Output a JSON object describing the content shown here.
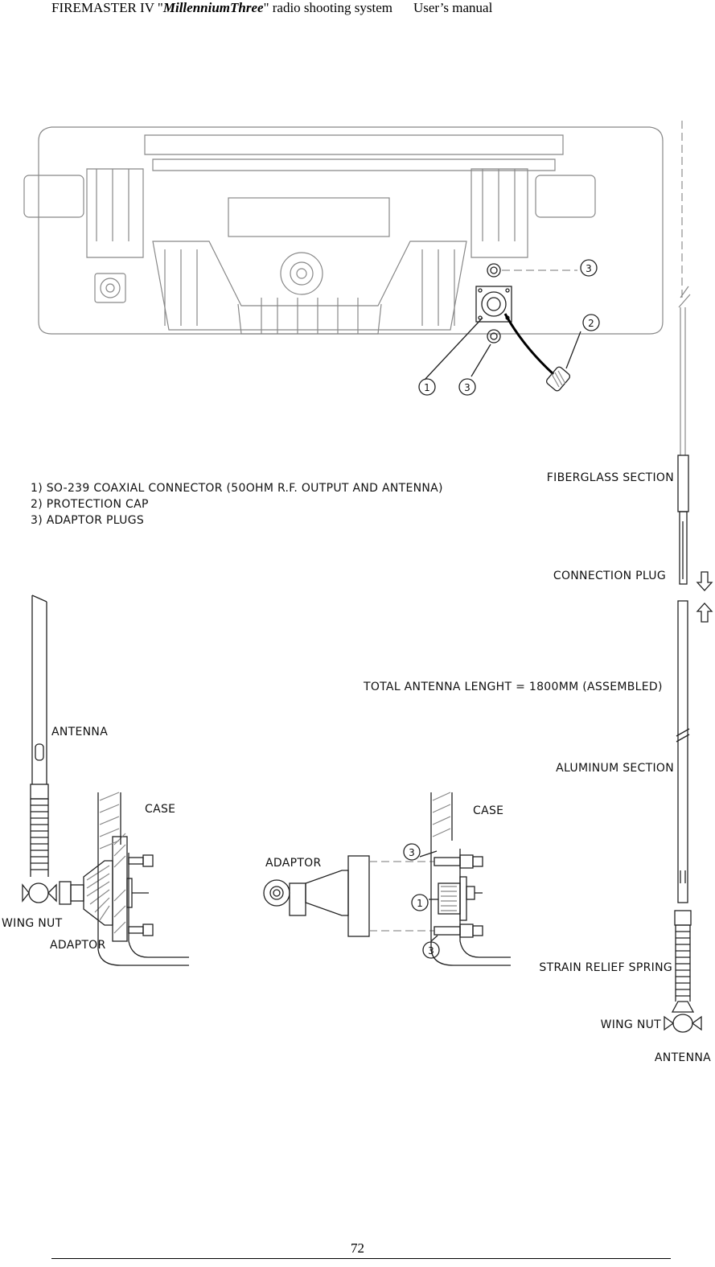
{
  "header": {
    "prefix": "FIREMASTER IV \"",
    "product": "MillenniumThree",
    "suffix": "\"  radio shooting system",
    "manual": "User’s manual"
  },
  "callouts": {
    "c1": "1",
    "c2": "2",
    "c3": "3"
  },
  "legend": {
    "items": [
      "1) SO-239 COAXIAL CONNECTOR (50OHM R.F. OUTPUT AND ANTENNA)",
      "2) PROTECTION CAP",
      "3) ADAPTOR PLUGS"
    ]
  },
  "antenna_labels": {
    "fiberglass_section": "FIBERGLASS SECTION",
    "connection_plug": "CONNECTION PLUG",
    "total_length": "TOTAL ANTENNA LENGHT = 1800MM  (ASSEMBLED)",
    "aluminum_section": "ALUMINUM SECTION",
    "strain_relief_spring": "STRAIN RELIEF SPRING",
    "wing_nut": "WING NUT",
    "antenna": "ANTENNA"
  },
  "mount_left": {
    "antenna": "ANTENNA",
    "case": "CASE",
    "wing_nut": "WING NUT",
    "adaptor": "ADAPTOR"
  },
  "mount_right": {
    "case": "CASE",
    "adaptor": "ADAPTOR"
  },
  "footer": {
    "page_number": "72"
  }
}
